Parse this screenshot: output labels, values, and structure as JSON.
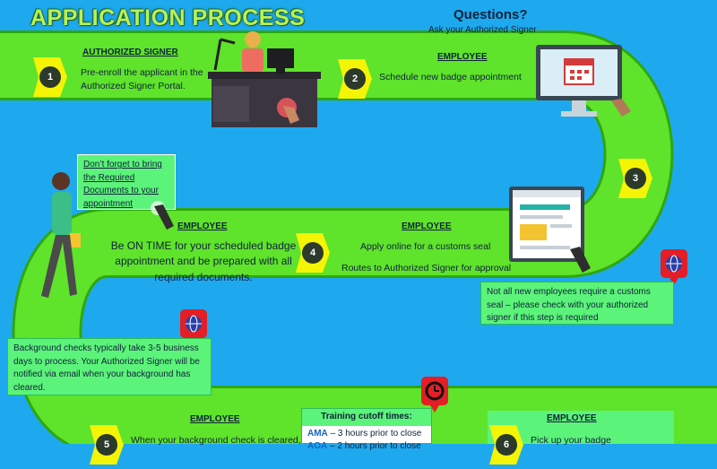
{
  "title": "APPLICATION PROCESS",
  "questions": {
    "heading": "Questions?",
    "sub": "Ask your Authorized Signer"
  },
  "steps": [
    {
      "number": "1",
      "role": "AUTHORIZED SIGNER",
      "text": "Pre-enroll the applicant in the Authorized Signer Portal."
    },
    {
      "number": "2",
      "role": "EMPLOYEE",
      "text": "Schedule new badge appointment"
    },
    {
      "number": "3"
    },
    {
      "number": "4",
      "role": "EMPLOYEE",
      "text": "Apply online for a customs seal",
      "text2": "Routes to Authorized Signer for approval"
    },
    {
      "number": "5",
      "role": "EMPLOYEE",
      "text": "When your background check is cleared,"
    },
    {
      "number": "6",
      "role": "EMPLOYEE",
      "text": "Pick up your badge"
    }
  ],
  "on_time": {
    "role": "EMPLOYEE",
    "text": "Be ON TIME for your scheduled badge appointment and be prepared with all required documents."
  },
  "notes": {
    "reminder": "Don’t forget to bring the Required Documents to your appointment",
    "customs_seal": "Not all new employees require a customs seal – please check with your authorized signer if this step is required",
    "background": "Background checks typically take 3-5 business days to process.  Your Authorized Signer will be notified via email when your background has cleared."
  },
  "training": {
    "heading": "Training cutoff times:",
    "line1_label": "AMA",
    "line1_text": " – 3 hours prior to close",
    "line2_label": "AOA",
    "line2_text": " – 2 hours prior to close"
  },
  "colors": {
    "background": "#1ea9ef",
    "path": "#5fe32b",
    "path_edge": "#2fa70f",
    "badge": "#f4f406",
    "note": "#5cf37a",
    "alert": "#e41e26"
  }
}
